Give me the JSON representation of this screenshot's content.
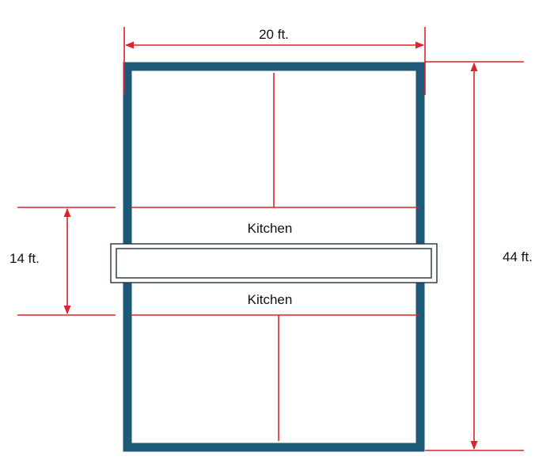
{
  "diagram": {
    "dimensions": {
      "width_label": "20 ft.",
      "height_label": "44 ft.",
      "gap_label": "14 ft."
    },
    "rooms": {
      "upper_kitchen_label": "Kitchen",
      "lower_kitchen_label": "Kitchen"
    }
  },
  "colors": {
    "wall": "#1e5a78",
    "dimension": "#e0202a",
    "island_outline": "#1e3440"
  }
}
